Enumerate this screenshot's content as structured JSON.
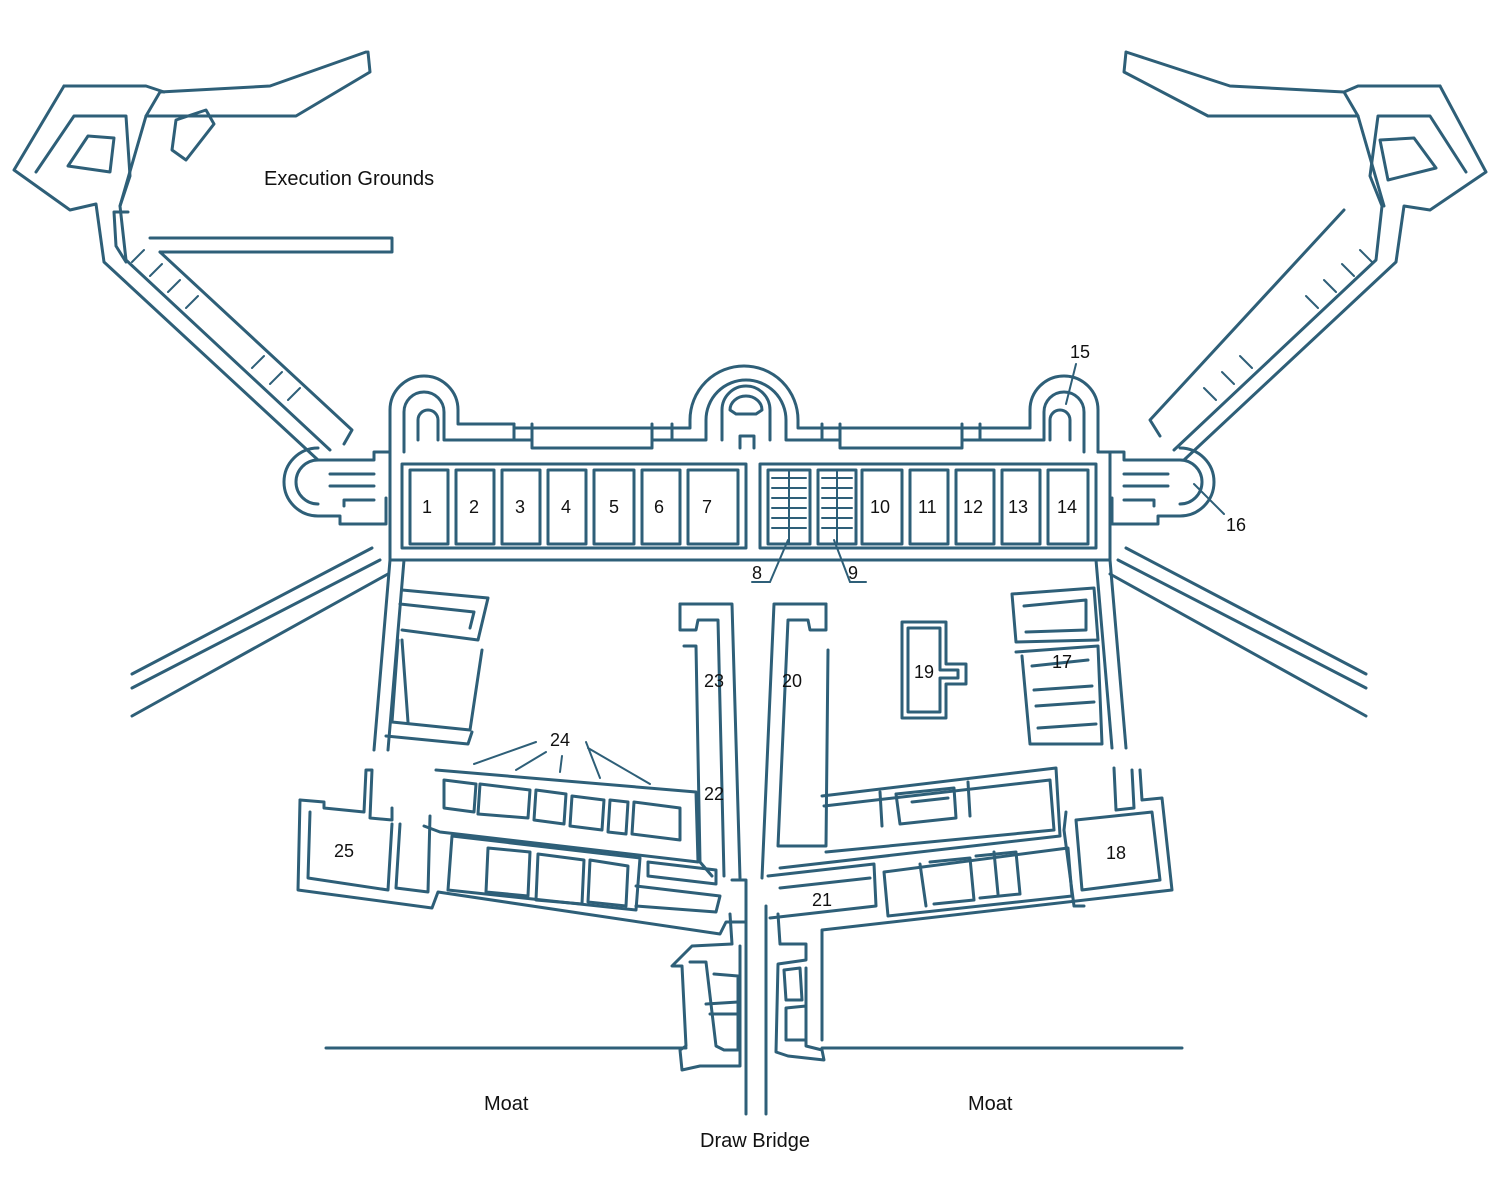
{
  "labels": {
    "execution_grounds": "Execution Grounds",
    "moat_left": "Moat",
    "moat_right": "Moat",
    "draw_bridge": "Draw Bridge",
    "rooms": [
      "1",
      "2",
      "3",
      "4",
      "5",
      "6",
      "7",
      "8",
      "9",
      "10",
      "11",
      "12",
      "13",
      "14",
      "15",
      "16",
      "17",
      "18",
      "19",
      "20",
      "21",
      "22",
      "23",
      "24",
      "25"
    ]
  },
  "colors": {
    "wall": "#2e5f78",
    "text": "#111111",
    "background": "#ffffff"
  }
}
